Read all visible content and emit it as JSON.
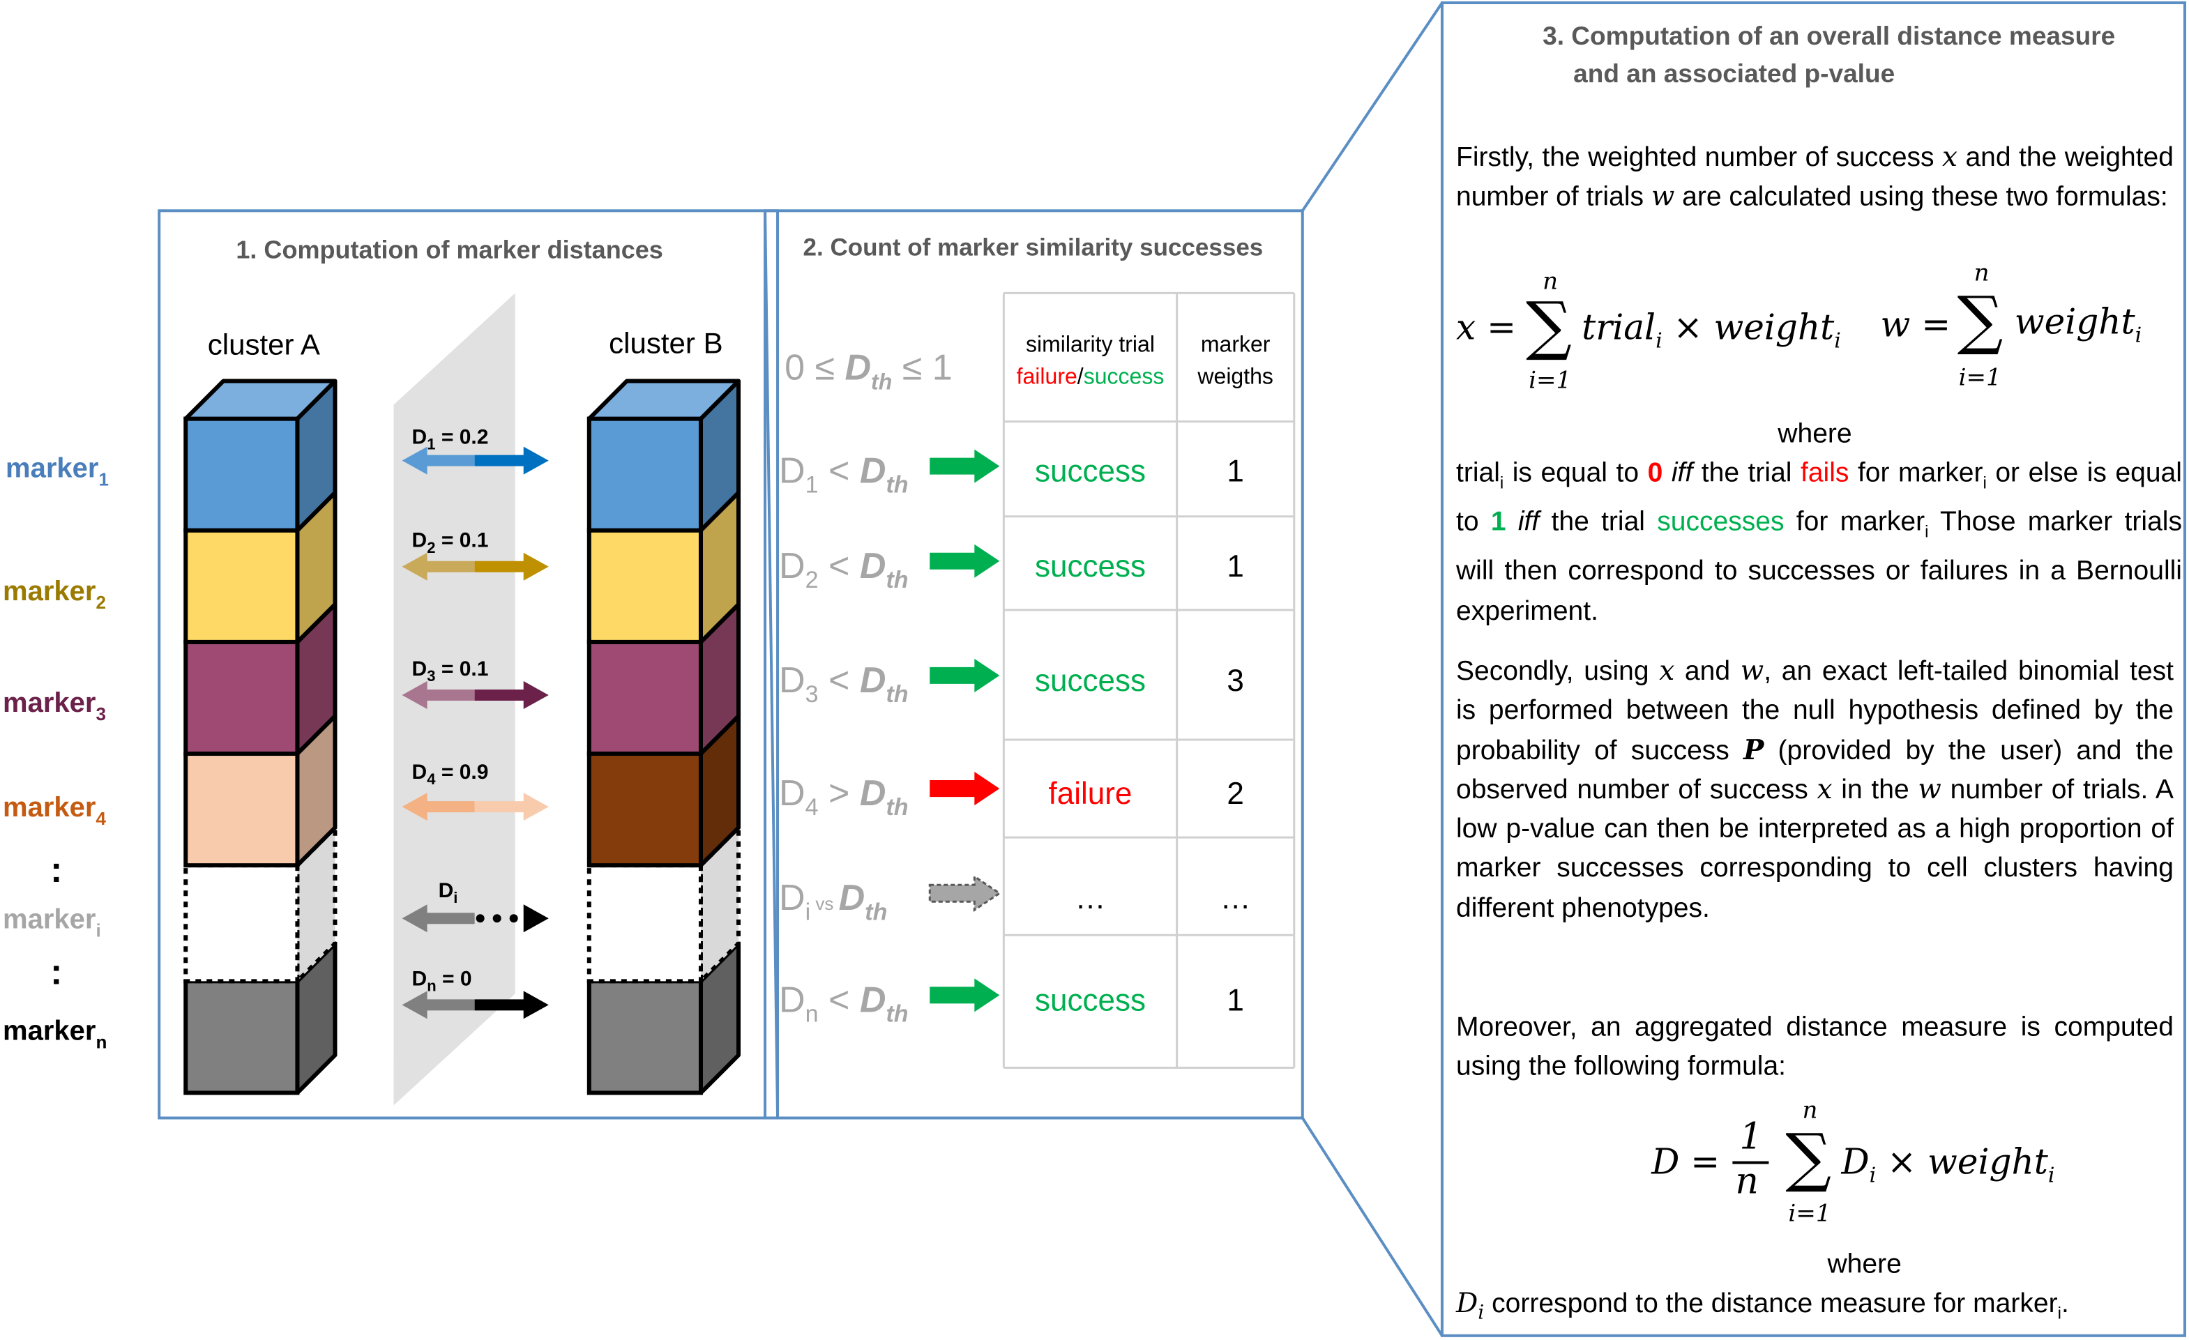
{
  "colors": {
    "frame": "#5b8ec3",
    "blue_face": "#5b9bd5",
    "yellow_face": "#ffd966",
    "purple_face": "#9e4a72",
    "peach_face": "#f8cbad",
    "brown_face": "#843c0c",
    "gray_face": "#808080",
    "green": "#00b050",
    "red": "#ff0000"
  },
  "markers": [
    {
      "base": "marker",
      "sub": "1",
      "color": "#4a7ebb"
    },
    {
      "base": "marker",
      "sub": "2",
      "color": "#9b7a00"
    },
    {
      "base": "marker",
      "sub": "3",
      "color": "#6b2149"
    },
    {
      "base": "marker",
      "sub": "4",
      "color": "#c55a11"
    },
    {
      "base": "marker",
      "sub": "i",
      "color": "#a6a6a6"
    },
    {
      "base": "marker",
      "sub": "n",
      "color": "#000000"
    }
  ],
  "ellipsis": ":",
  "panel1": {
    "title": "1. Computation of marker distances",
    "cluster_a": "cluster A",
    "cluster_b": "cluster B",
    "distances": [
      {
        "label": "D",
        "sub": "1",
        "value": " = 0.2",
        "light": "#5b9bd5",
        "dark": "#0070c0"
      },
      {
        "label": "D",
        "sub": "2",
        "value": " = 0.1",
        "light": "#c9a95a",
        "dark": "#bf9000"
      },
      {
        "label": "D",
        "sub": "3",
        "value": " = 0.1",
        "light": "#a8768f",
        "dark": "#6b2149"
      },
      {
        "label": "D",
        "sub": "4",
        "value": " = 0.9",
        "light": "#f4b183",
        "dark": "#f8cbad"
      },
      {
        "label": "D",
        "sub": "i",
        "value": "",
        "light": "#808080",
        "dark": "#000000"
      },
      {
        "label": "D",
        "sub": "n",
        "value": " = 0",
        "light": "#808080",
        "dark": "#000000"
      }
    ]
  },
  "panel2": {
    "title": "2. Count of marker similarity successes",
    "threshold": {
      "lead": "0 ≤ ",
      "d": "D",
      "sub": "th",
      "tail": " ≤ 1"
    },
    "col1_header": {
      "line1": "similarity trial",
      "failure": "failure",
      "slash": "/",
      "success": "success"
    },
    "col2_header": {
      "line1": "marker",
      "line2": "weigths"
    },
    "rows": [
      {
        "d": "D",
        "sub": "1",
        "op": " < ",
        "th": "D",
        "thsub": "th",
        "result": "success",
        "weight": "1",
        "arrow": "green"
      },
      {
        "d": "D",
        "sub": "2",
        "op": " < ",
        "th": "D",
        "thsub": "th",
        "result": "success",
        "weight": "1",
        "arrow": "green"
      },
      {
        "d": "D",
        "sub": "3",
        "op": " < ",
        "th": "D",
        "thsub": "th",
        "result": "success",
        "weight": "3",
        "arrow": "green"
      },
      {
        "d": "D",
        "sub": "4",
        "op": " > ",
        "th": "D",
        "thsub": "th",
        "result": "failure",
        "weight": "2",
        "arrow": "red"
      },
      {
        "d": "D",
        "sub": "i",
        "op": " vs ",
        "th": "D",
        "thsub": "th",
        "result": "…",
        "weight": "…",
        "arrow": "gray"
      },
      {
        "d": "D",
        "sub": "n",
        "op": " < ",
        "th": "D",
        "thsub": "th",
        "result": "success",
        "weight": "1",
        "arrow": "green"
      }
    ]
  },
  "panel3": {
    "title_line1": "3. Computation of an overall distance measure",
    "title_line2": "and an associated p-value",
    "para1": "Firstly, the weighted number of success x and the weighted number of trials w are calculated using these two formulas:",
    "para1_parts": [
      "Firstly, the weighted number of success ",
      "x",
      " and the weighted number of trials ",
      "w",
      " are calculated using these two formulas:"
    ],
    "formula_x": {
      "lhs": "x =",
      "upper": "n",
      "lower": "i=1",
      "body": "trial",
      "body_sub": "i",
      "times": " × weight",
      "times_sub": "i"
    },
    "formula_w": {
      "lhs": "w =",
      "upper": "n",
      "lower": "i=1",
      "body": "weight",
      "body_sub": "i"
    },
    "where1": "where",
    "trial_def": {
      "t1": "trial",
      "t1sub": "i",
      "t2": " is equal to ",
      "zero": "0",
      "t3": " ",
      "iff": "iff",
      "t4": " the trial ",
      "fails": "fails",
      "t5": " for marker",
      "t5sub": "i",
      "t6": " or else is equal to ",
      "one": "1",
      "t7": " ",
      "iff2": "iff",
      "t8": " the trial ",
      "successes": "successes",
      "t9": " for marker",
      "t9sub": "i",
      "t10": " Those marker trials will then correspond to successes or failures in a Bernoulli experiment."
    },
    "para2_parts": [
      "Secondly, using ",
      "x",
      " and ",
      "w",
      ", an exact left-tailed binomial test is performed between the null hypothesis defined by the probability of success ",
      "P",
      " (provided by the user) and the observed number of success ",
      "x",
      " in the ",
      "w",
      " number of trials. A low p-value can then be interpreted as a high proportion of marker successes corresponding to cell clusters having different phenotypes."
    ],
    "para3": "Moreover, an aggregated distance measure is computed using the following formula:",
    "formula_d": {
      "lhs": "D =",
      "num": "1",
      "den": "n",
      "upper": "n",
      "lower": "i=1",
      "body": "D",
      "body_sub": "i",
      "times": " × weight",
      "times_sub": "i"
    },
    "where2": "where",
    "final_parts": {
      "d": "D",
      "dsub": "i",
      "text": " correspond to the distance measure for marker",
      "tsub": "i",
      "end": "."
    }
  }
}
